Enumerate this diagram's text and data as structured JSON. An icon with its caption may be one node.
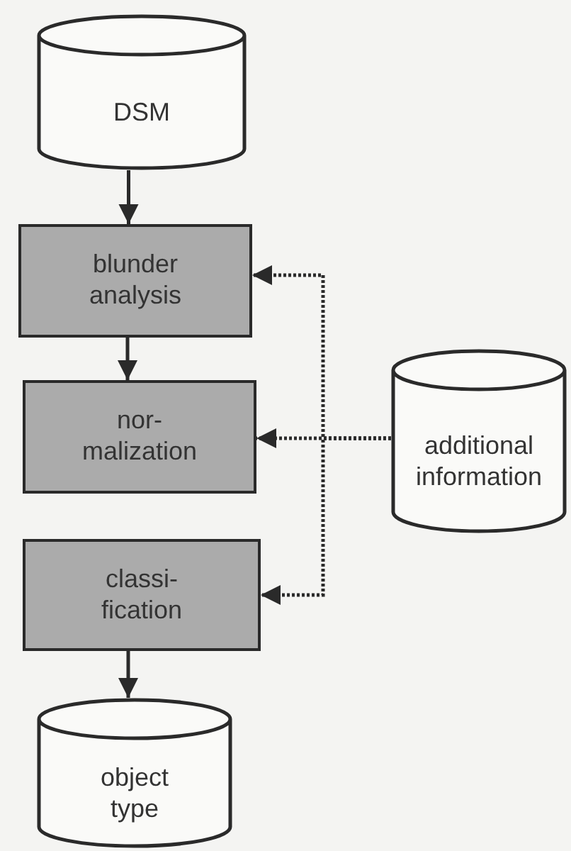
{
  "diagram": {
    "nodes": [
      {
        "text": [
          "DSM"
        ]
      },
      {
        "text": [
          "blunder analysis"
        ]
      },
      {
        "text": [
          "nor- malization"
        ]
      },
      {
        "text": [
          "classi- fication"
        ]
      },
      {
        "text": [
          "object type"
        ]
      },
      {
        "text": [
          "additional information"
        ]
      }
    ],
    "edges": [
      {
        "from": 0,
        "to": 1,
        "arrow": "to"
      },
      {
        "from": 1,
        "to": 2,
        "arrow": "to"
      },
      {
        "from": 3,
        "to": 4,
        "arrow": "to"
      },
      {
        "from": 5,
        "to": 1,
        "arrow": "to",
        "style": "dashed"
      },
      {
        "from": 5,
        "to": 2,
        "arrow": "to",
        "style": "dashed"
      },
      {
        "from": 5,
        "to": 3,
        "arrow": "to",
        "style": "dashed"
      }
    ]
  }
}
